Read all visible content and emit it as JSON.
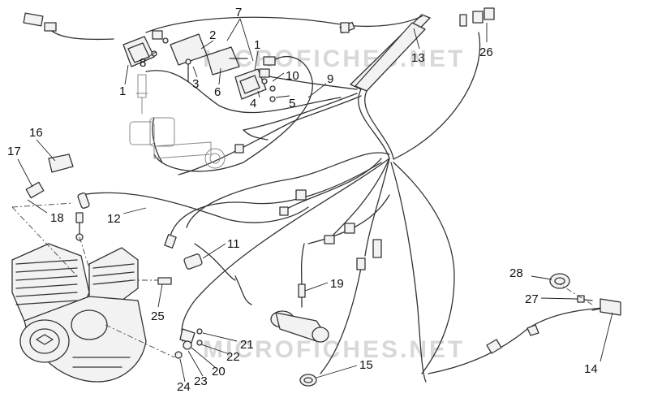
{
  "diagram": {
    "watermark_top": "MICROFICHES.NET",
    "watermark_bottom": "MICROFICHES.NET",
    "callouts": {
      "c1a": "1",
      "c1b": "1",
      "c2": "2",
      "c3": "3",
      "c4": "4",
      "c5": "5",
      "c6": "6",
      "c7": "7",
      "c8": "8",
      "c9": "9",
      "c10": "10",
      "c11": "11",
      "c12": "12",
      "c13": "13",
      "c14": "14",
      "c15": "15",
      "c16": "16",
      "c17": "17",
      "c18": "18",
      "c19": "19",
      "c20": "20",
      "c21": "21",
      "c22": "22",
      "c23": "23",
      "c24": "24",
      "c25": "25",
      "c26": "26",
      "c27": "27",
      "c28": "28"
    },
    "colors": {
      "line": "#333333",
      "part_fill": "#f2f2f2",
      "watermark": "#d8d8d8"
    }
  }
}
